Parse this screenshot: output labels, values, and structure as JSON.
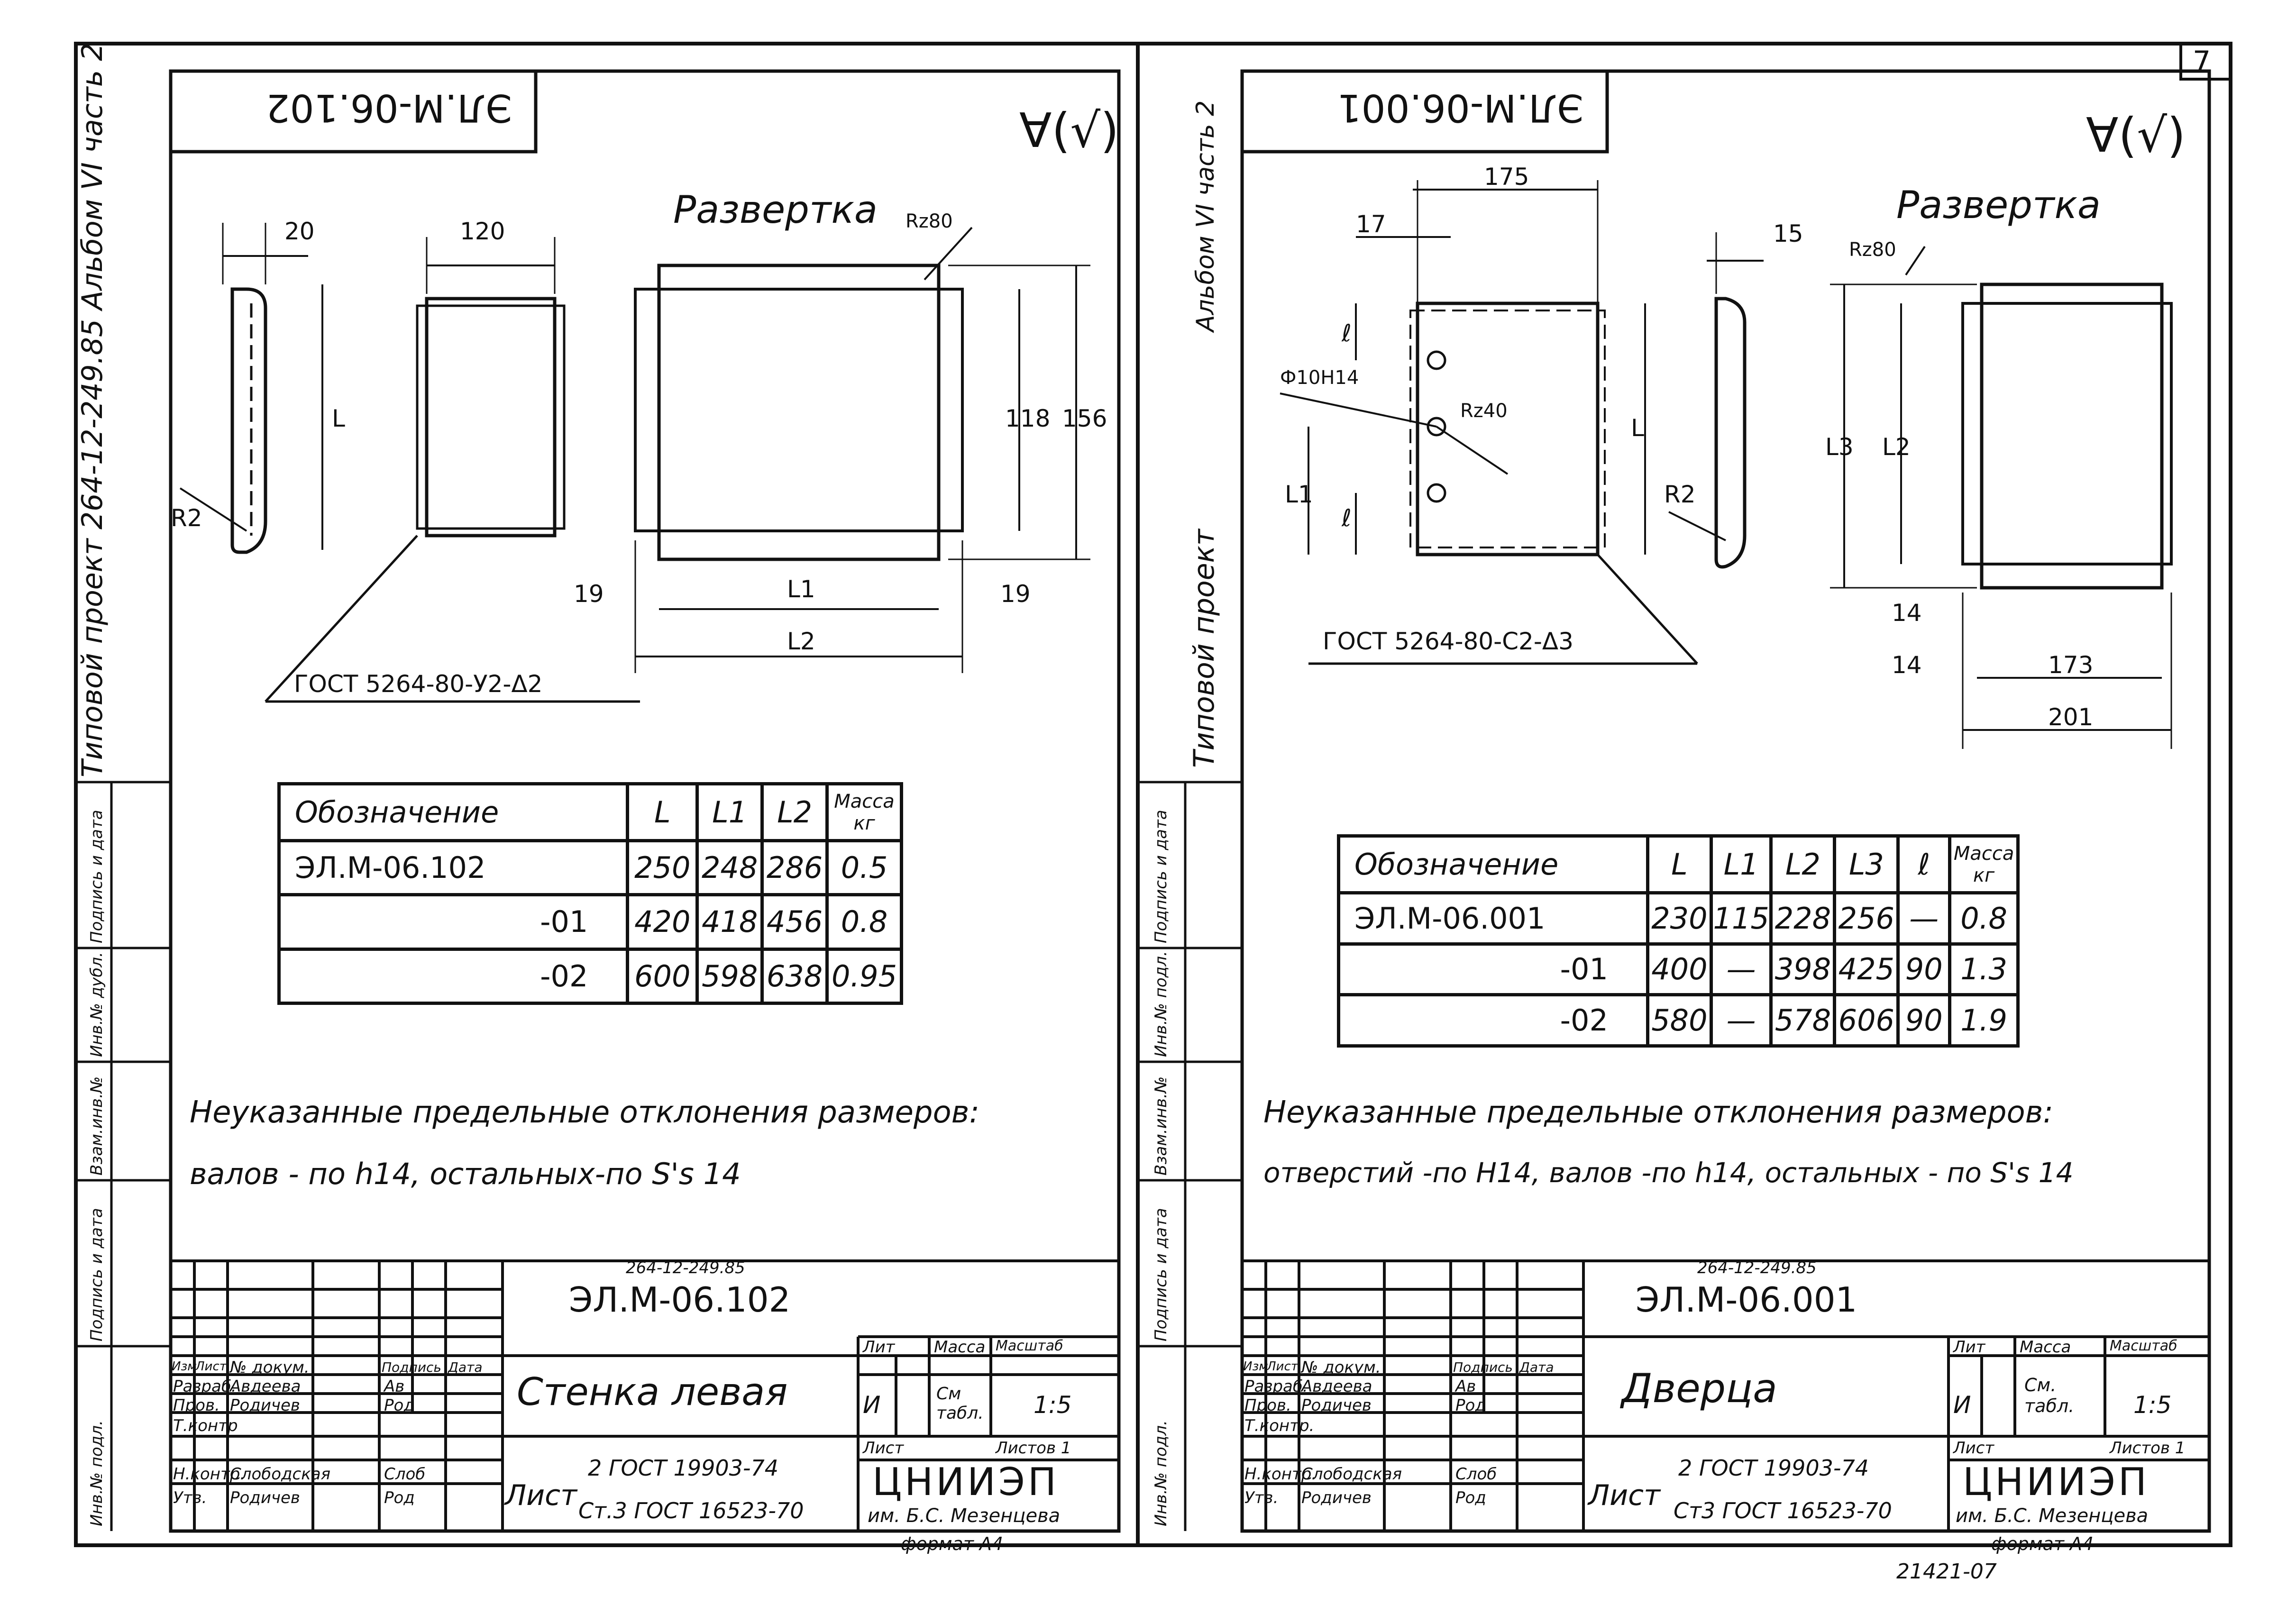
{
  "page_number": "7",
  "footer_code": "21421-07",
  "left_side_strip": {
    "project": "Типовой проект 264-12-249.85 Альбом VI часть 2",
    "cells": [
      "Инв.№ подл.",
      "Подпись и дата",
      "Взам.инв.№",
      "Инв.№ дубл.",
      "Подпись и дата"
    ]
  },
  "right_side_strip": {
    "project": "Типовой проект",
    "album": "Альбом VI часть 2",
    "cells": [
      "Инв.№ подл.",
      "Подпись и дата",
      "Взам.инв.№",
      "Инв.№ подл.",
      "Подпись и дата"
    ]
  },
  "sheets": [
    {
      "id": "left",
      "stamp": "ЭЛ.М-06.102",
      "roughness": "∀(√)",
      "razvertka": "Развертка",
      "dims": {
        "d20": "20",
        "d120": "120",
        "R2": "R2",
        "L": "L",
        "Rz": "Rz80",
        "d118": "118",
        "d156": "156",
        "d19a": "19",
        "d19b": "19",
        "L1": "L1",
        "L2": "L2"
      },
      "gost_weld": "ГОСТ 5264-80-У2-Δ2",
      "table": {
        "headers": [
          "Обозначение",
          "L",
          "L1",
          "L2",
          "Масса кг"
        ],
        "rows": [
          [
            "ЭЛ.М-06.102",
            "250",
            "248",
            "286",
            "0.5"
          ],
          [
            "-01",
            "420",
            "418",
            "456",
            "0.8"
          ],
          [
            "-02",
            "600",
            "598",
            "638",
            "0.95"
          ]
        ]
      },
      "note_line1": "Неуказанные предельные отклонения размеров:",
      "note_line2": "валов - по h14, остальных-по S's 14",
      "title_block": {
        "project_code": "264-12-249.85",
        "designation": "ЭЛ.М-06.102",
        "name": "Стенка левая",
        "col_headers": [
          "Изм",
          "Лист",
          "№ докум.",
          "Подпись",
          "Дата"
        ],
        "roles": [
          {
            "role": "Разраб.",
            "name": "Авдеева",
            "sign": "Ав"
          },
          {
            "role": "Пров.",
            "name": "Родичев",
            "sign": "Род"
          },
          {
            "role": "Т.контр",
            "name": "",
            "sign": ""
          },
          {
            "role": "Н.контр.",
            "name": "Слободская",
            "sign": "Слоб"
          },
          {
            "role": "Утв.",
            "name": "Родичев",
            "sign": "Род"
          }
        ],
        "lit_label": "Лит",
        "mass_label": "Масса",
        "scale_label": "Масштаб",
        "lit": "И",
        "mass": "См табл.",
        "scale": "1:5",
        "sheet_label": "Лист",
        "sheets_label": "Листов 1",
        "material_prefix": "Лист",
        "material_line1": "2 ГОСТ 19903-74",
        "material_line2": "Ст.3 ГОСТ 16523-70",
        "org": "ЦНИИЭП",
        "org_sub": "им. Б.С. Мезенцева",
        "format": "формат А4"
      }
    },
    {
      "id": "right",
      "stamp": "ЭЛ.М-06.001",
      "roughness": "∀(√)",
      "razvertka": "Развертка",
      "dims": {
        "d175": "175",
        "d17": "17",
        "d15": "15",
        "hole": "Ф10Н14",
        "Rz40": "Rz40",
        "Rz80": "Rz80",
        "l1": "ℓ",
        "l2": "ℓ",
        "L": "L",
        "L1": "L1",
        "R2": "R2",
        "L3": "L3",
        "L2": "L2",
        "d14a": "14",
        "d14b": "14",
        "d173": "173",
        "d201": "201"
      },
      "gost_weld": "ГОСТ 5264-80-С2-Δ3",
      "table": {
        "headers": [
          "Обозначение",
          "L",
          "L1",
          "L2",
          "L3",
          "ℓ",
          "Масса кг"
        ],
        "rows": [
          [
            "ЭЛ.М-06.001",
            "230",
            "115",
            "228",
            "256",
            "—",
            "0.8"
          ],
          [
            "-01",
            "400",
            "—",
            "398",
            "425",
            "90",
            "1.3"
          ],
          [
            "-02",
            "580",
            "—",
            "578",
            "606",
            "90",
            "1.9"
          ]
        ]
      },
      "note_line1": "Неуказанные предельные отклонения размеров:",
      "note_line2": "отверстий -по Н14, валов -по h14, остальных - по S's 14",
      "title_block": {
        "project_code": "264-12-249.85",
        "designation": "ЭЛ.М-06.001",
        "name": "Дверца",
        "col_headers": [
          "Изм",
          "Лист",
          "№ докум.",
          "Подпись",
          "Дата"
        ],
        "roles": [
          {
            "role": "Разраб.",
            "name": "Авдеева",
            "sign": "Ав"
          },
          {
            "role": "Пров.",
            "name": "Родичев",
            "sign": "Род"
          },
          {
            "role": "Т.контр.",
            "name": "",
            "sign": ""
          },
          {
            "role": "Н.контр.",
            "name": "Слободская",
            "sign": "Слоб"
          },
          {
            "role": "Утв.",
            "name": "Родичев",
            "sign": "Род"
          }
        ],
        "lit_label": "Лит",
        "mass_label": "Масса",
        "scale_label": "Масштаб",
        "lit": "И",
        "mass": "См. табл.",
        "scale": "1:5",
        "sheet_label": "Лист",
        "sheets_label": "Листов 1",
        "material_prefix": "Лист",
        "material_line1": "2 ГОСТ 19903-74",
        "material_line2": "Ст3 ГОСТ 16523-70",
        "org": "ЦНИИЭП",
        "org_sub": "им. Б.С. Мезенцева",
        "format": "формат А4"
      }
    }
  ]
}
